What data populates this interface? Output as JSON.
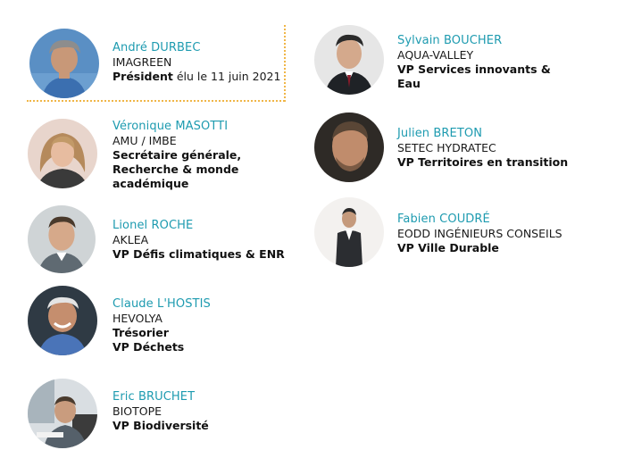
{
  "members": [
    {
      "name": "André DURBEC",
      "org": "IMAGREEN",
      "role_bold": "Président",
      "role_rest": " élu le 11 juin 2021",
      "photo": "portrait-andre-durbec"
    },
    {
      "name": "Véronique MASOTTI",
      "org": "AMU / IMBE",
      "role_lines": [
        "Secrétaire générale,",
        "Recherche & monde",
        "académique"
      ],
      "photo": "portrait-veronique-masotti"
    },
    {
      "name": "Lionel ROCHE",
      "org": "AKLEA",
      "role_lines": [
        "VP Défis climatiques & ENR"
      ],
      "photo": "portrait-lionel-roche"
    },
    {
      "name": "Claude L'HOSTIS",
      "org": "HEVOLYA",
      "role_lines": [
        "Trésorier",
        "VP Déchets"
      ],
      "photo": "portrait-claude-lhostis"
    },
    {
      "name": "Eric BRUCHET",
      "org": "BIOTOPE",
      "role_lines": [
        "VP Biodiversité"
      ],
      "photo": "portrait-eric-bruchet"
    },
    {
      "name": "Sylvain BOUCHER",
      "org": "AQUA-VALLEY",
      "role_lines": [
        "VP Services innovants &",
        "Eau"
      ],
      "photo": "portrait-sylvain-boucher"
    },
    {
      "name": "Julien BRETON",
      "org": "SETEC HYDRATEC",
      "role_lines": [
        "VP Territoires en transition"
      ],
      "photo": "portrait-julien-breton"
    },
    {
      "name": "Fabien COUDRÉ",
      "org": "EODD INGÉNIEURS CONSEILS",
      "role_lines": [
        "VP Ville Durable"
      ],
      "photo": "portrait-fabien-coudre"
    }
  ],
  "colors": {
    "name_accent": "#1e9bb0",
    "divider": "#f0b648",
    "text": "#1a1a1a"
  }
}
